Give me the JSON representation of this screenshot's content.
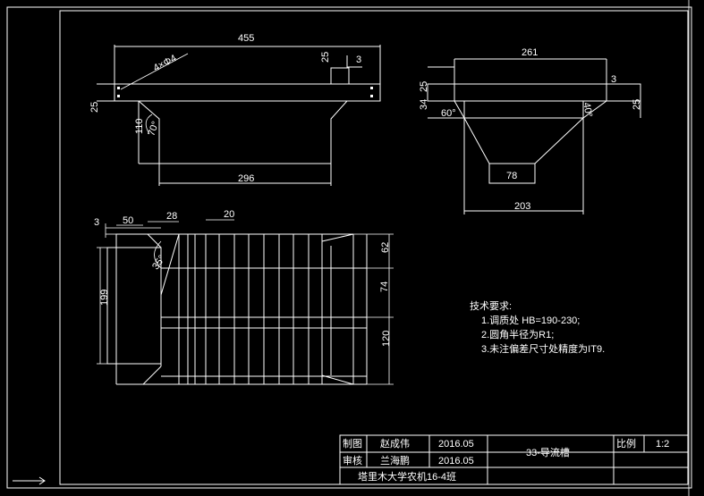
{
  "drawing": {
    "front_view": {
      "dim_total_width": "455",
      "dim_top_height": "25",
      "dim_small_width": "3",
      "dim_left_height": "25",
      "dim_hole_label": "4×Φ4",
      "dim_body_height": "110",
      "dim_angle": "70°",
      "dim_bottom_width": "296"
    },
    "side_view": {
      "dim_top_width": "261",
      "dim_right_small": "3",
      "dim_left_upper": "25",
      "dim_left_lower": "34",
      "dim_right_height": "25",
      "dim_left_angle": "60°",
      "dim_right_angle": "40°",
      "dim_outlet_width": "78",
      "dim_bottom_width": "203"
    },
    "plan_view": {
      "dim_3": "3",
      "dim_50": "50",
      "dim_28": "28",
      "dim_20": "20",
      "dim_199": "199",
      "dim_angle": "35°",
      "dim_62": "62",
      "dim_74": "74",
      "dim_120": "120"
    },
    "tech_requirements": {
      "heading": "技术要求:",
      "items": [
        "1.调质处  HB=190-230;",
        "2.圆角半径为R1;",
        "3.未注偏差尺寸处精度为IT9."
      ]
    },
    "title_block": {
      "drawn_label": "制图",
      "drawn_by": "赵成伟",
      "drawn_date": "2016.05",
      "checked_label": "审核",
      "checked_by": "兰海鹏",
      "checked_date": "2016.05",
      "school": "塔里木大学农机16-4班",
      "part_name": "33-导流槽",
      "scale_label": "比例",
      "scale_value": "1:2"
    }
  }
}
